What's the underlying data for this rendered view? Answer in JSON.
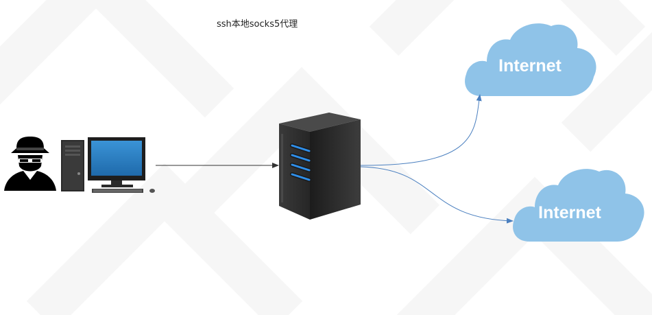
{
  "diagram": {
    "title": "ssh本地socks5代理",
    "nodes": {
      "user": "hacker-user-icon",
      "computer": "desktop-computer-icon",
      "server": "server-icon",
      "cloud_1": {
        "label": "Internet"
      },
      "cloud_2": {
        "label": "Internet"
      }
    },
    "colors": {
      "cloud": "#8fc3e8",
      "connector_to_server": "#333333",
      "connector_to_internet": "#4a7fbf",
      "server_body": "#2b2b2b",
      "server_led": "#2f8ee8",
      "monitor_screen": "#2d7fc4"
    }
  }
}
